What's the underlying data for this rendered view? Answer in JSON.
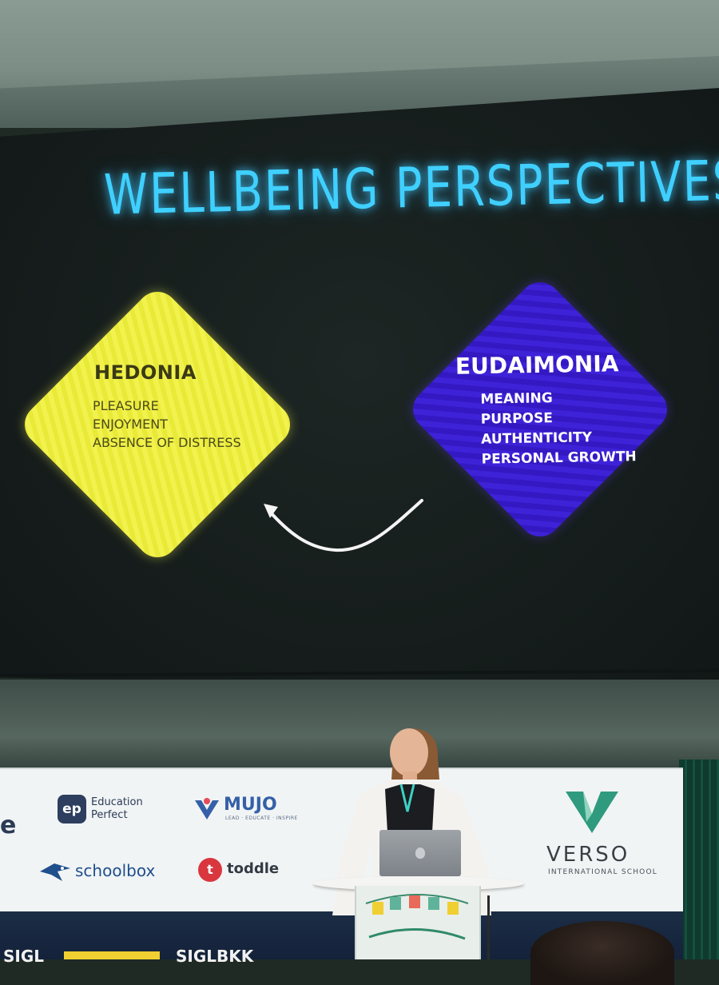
{
  "slide": {
    "title": "WELLBEING PERSPECTIVES",
    "hedonia": {
      "heading": "HEDONIA",
      "items": [
        "PLEASURE",
        "ENJOYMENT",
        "ABSENCE OF DISTRESS"
      ]
    },
    "eudaimonia": {
      "heading": "EUDAIMONIA",
      "items": [
        "MEANING",
        "PURPOSE",
        "AUTHENTICITY",
        "PERSONAL GROWTH"
      ]
    }
  },
  "banner": {
    "edge_letter": "e",
    "education_perfect": {
      "badge": "ep",
      "line1": "Education",
      "line2": "Perfect"
    },
    "mujo": {
      "name": "MUJO",
      "tagline": "LEAD · EDUCATE · INSPIRE"
    },
    "schoolbox": {
      "name": "schoolbox"
    },
    "toddle": {
      "badge": "t",
      "name": "toddle"
    },
    "verso": {
      "name": "VERSO",
      "subtitle": "INTERNATIONAL SCHOOL"
    },
    "bottom_left": "SIGL",
    "bottom_mid": "SIGLBKK"
  },
  "colors": {
    "title_neon": "#3fd0ff",
    "hedonia_yellow": "#f2f24e",
    "eudaimonia_purple": "#3e22d8",
    "verso_green": "#2f9a7e"
  }
}
